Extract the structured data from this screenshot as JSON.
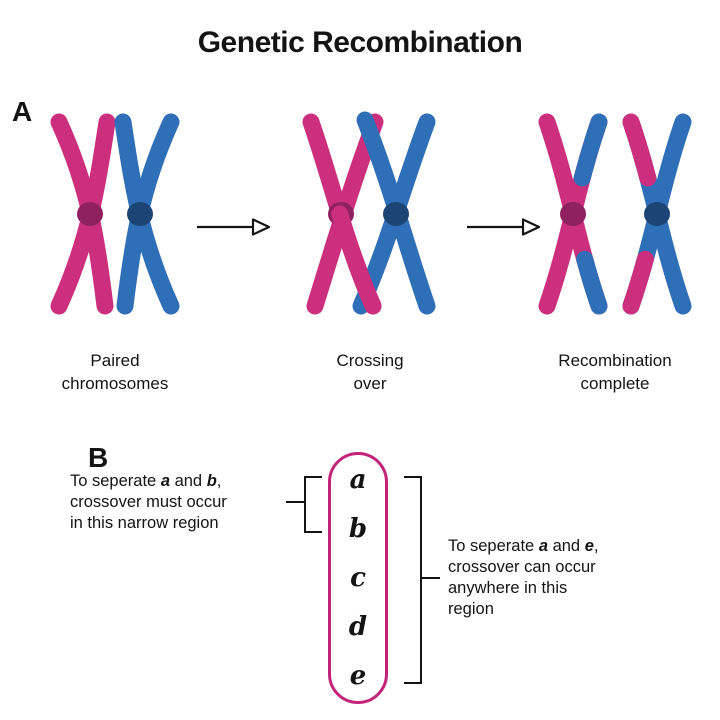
{
  "title": "Genetic Recombination",
  "section_a": {
    "label": "A",
    "captions": [
      {
        "line1": "Paired",
        "line2": "chromosomes"
      },
      {
        "line1": "Crossing",
        "line2": "over"
      },
      {
        "line1": "Recombination",
        "line2": "complete"
      }
    ]
  },
  "section_b": {
    "label": "B",
    "genes": [
      "a",
      "b",
      "c",
      "d",
      "e"
    ],
    "left_note": {
      "prefix": "To seperate ",
      "gene1": "a",
      "conj": " and ",
      "gene2": "b",
      "comma": ",",
      "line2": "crossover must occur",
      "line3": "in this narrow region"
    },
    "right_note": {
      "prefix": "To seperate ",
      "gene1": "a",
      "conj": " and ",
      "gene2": "e",
      "comma": ",",
      "line2": "crossover can occur",
      "line3": "anywhere in this",
      "line4": "region"
    }
  },
  "colors": {
    "pink": "#cb2f7e",
    "pink_dark": "#8f2161",
    "blue": "#2f6fb7",
    "blue_dark": "#1c4576",
    "outline": "#c2247c",
    "arrow": "#141414",
    "text": "#141414"
  }
}
